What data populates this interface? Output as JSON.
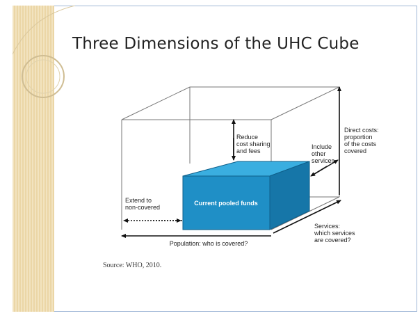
{
  "slide": {
    "title": "Three Dimensions of the UHC Cube",
    "source": "Source: WHO, 2010."
  },
  "diagram": {
    "inner_box_label": "Current pooled funds",
    "label_reduce": [
      "Reduce",
      "cost sharing",
      "and fees"
    ],
    "label_include": [
      "Include",
      "other",
      "services"
    ],
    "label_direct_costs": [
      "Direct costs:",
      "proportion",
      "of the costs",
      "covered"
    ],
    "label_extend": [
      "Extend to",
      "non-covered"
    ],
    "label_population": "Population: who is covered?",
    "label_services": [
      "Services:",
      "which services",
      "are covered?"
    ]
  },
  "colors": {
    "box_front": "#1f8fc6",
    "box_top": "#3aaee0",
    "box_side": "#1676a8",
    "background_band": "#f2e3bf",
    "frame": "#9fb6d6"
  }
}
